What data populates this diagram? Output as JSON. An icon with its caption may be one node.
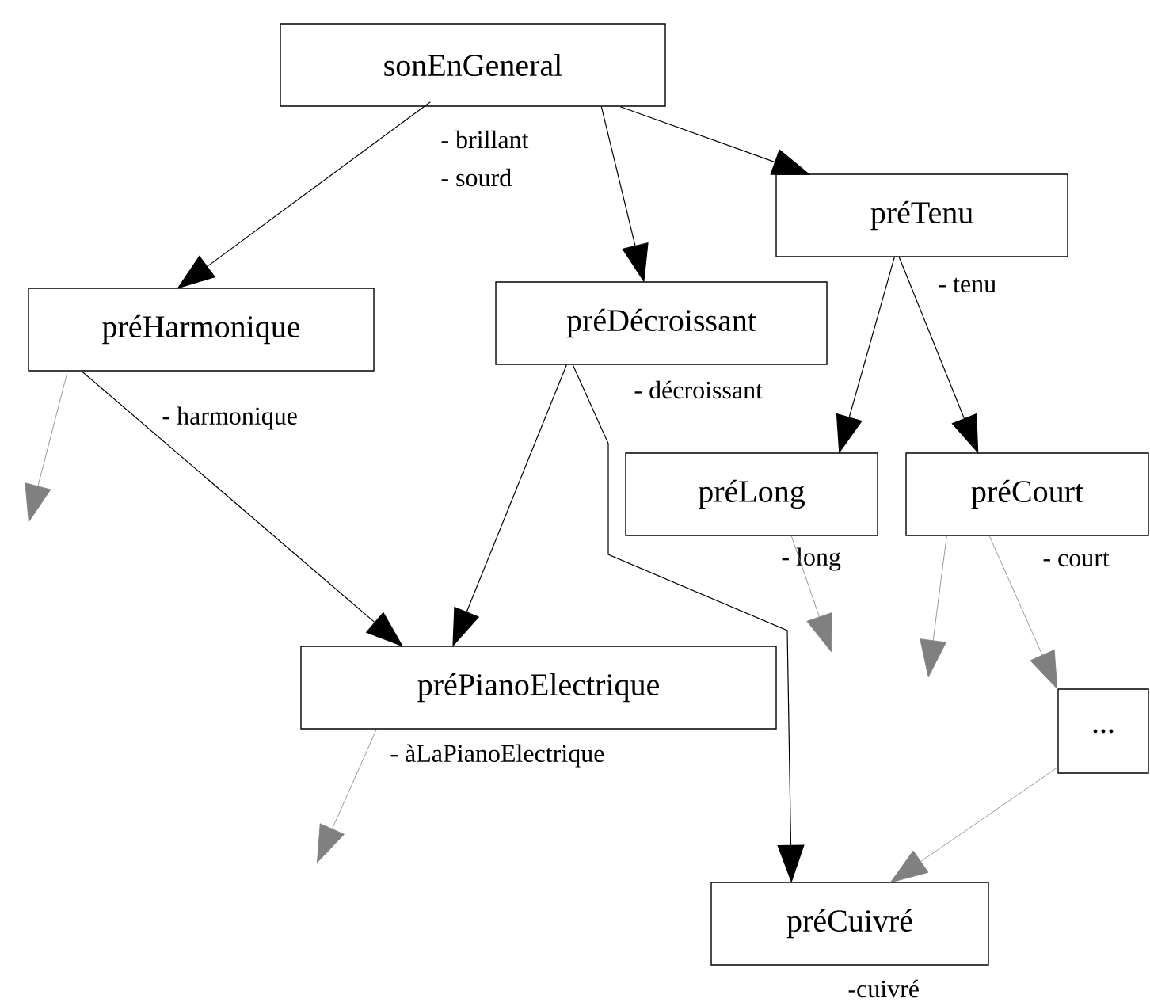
{
  "diagram": {
    "nodes": [
      {
        "text": [
          "sonEnGeneral"
        ],
        "beside": [
          "- brillant",
          "- sourd"
        ]
      },
      {
        "text": [
          "préTenu"
        ],
        "beside": [
          "- tenu"
        ]
      },
      {
        "text": [
          "préHarmonique"
        ],
        "beside": [
          "- harmonique"
        ]
      },
      {
        "text": [
          "préDécroissant"
        ],
        "beside": [
          "- décroissant"
        ]
      },
      {
        "text": [
          "préLong"
        ],
        "beside": [
          "- long"
        ]
      },
      {
        "text": [
          "préCourt"
        ],
        "beside": [
          "- court"
        ]
      },
      {
        "text": [
          "préPianoElectrique"
        ],
        "beside": [
          "- àLaPianoElectrique"
        ]
      },
      {
        "text": [
          "..."
        ]
      },
      {
        "text": [
          "préCuivré"
        ],
        "beside": [
          "-cuivré"
        ]
      }
    ],
    "edges": [
      {
        "from": 0,
        "to": 2,
        "arrow": "to"
      },
      {
        "from": 0,
        "to": 3,
        "arrow": "to"
      },
      {
        "from": 0,
        "to": 1,
        "arrow": "to"
      },
      {
        "from": 1,
        "to": 4,
        "arrow": "to"
      },
      {
        "from": 1,
        "to": 5,
        "arrow": "to"
      },
      {
        "from": 2,
        "to": 6,
        "arrow": "to"
      },
      {
        "from": 3,
        "to": 6,
        "arrow": "to"
      },
      {
        "from": 3,
        "to": 8,
        "arrow": "to"
      },
      {
        "from": 2,
        "to": null,
        "arrow": "to",
        "color": "#808080"
      },
      {
        "from": 4,
        "to": null,
        "arrow": "to",
        "color": "#808080"
      },
      {
        "from": 5,
        "to": null,
        "arrow": "to",
        "color": "#808080"
      },
      {
        "from": 5,
        "to": 7,
        "arrow": "to",
        "color": "#808080"
      },
      {
        "from": 6,
        "to": null,
        "arrow": "to",
        "color": "#808080"
      },
      {
        "from": 7,
        "to": 8,
        "arrow": "to",
        "color": "#808080"
      }
    ]
  }
}
